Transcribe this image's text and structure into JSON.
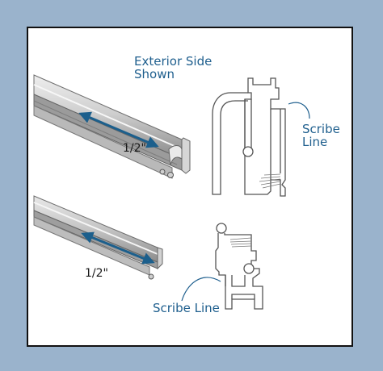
{
  "labels": {
    "exterior_side": "Exterior Side\nShown",
    "scribe_line_upper": "Scribe\nLine",
    "scribe_line_lower": "Scribe Line",
    "dimension_upper": "1/2\"",
    "dimension_lower": "1/2\""
  },
  "colors": {
    "background": "#9ab3cc",
    "panel": "#ffffff",
    "label_blue": "#1f5f8e",
    "arrow_blue": "#1c5f8c",
    "metal_light": "#dcdcdc",
    "metal_mid": "#b7b7b7",
    "metal_dark": "#7a7a7a"
  }
}
